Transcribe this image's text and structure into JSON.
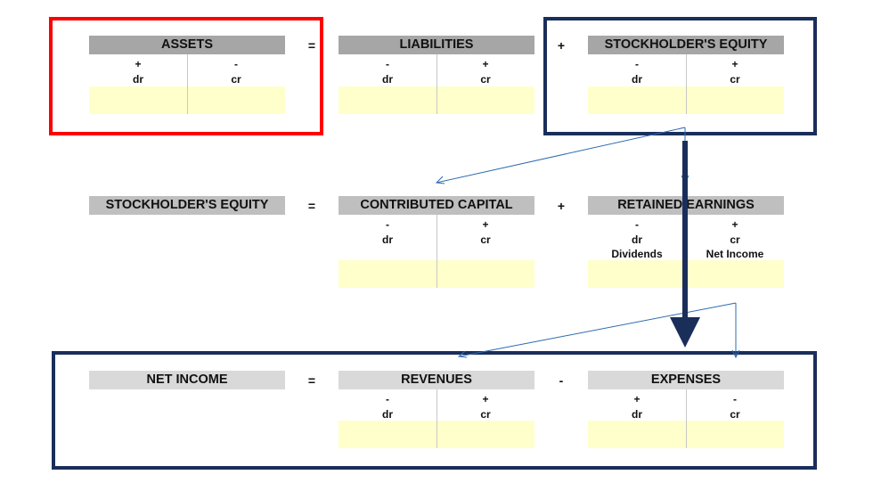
{
  "colors": {
    "red_box": "#ff0000",
    "navy": "#1a2e5a",
    "header_gray": "#a6a6a6",
    "yellow": "#ffffcc"
  },
  "row1": {
    "assets": {
      "title": "ASSETS",
      "left_sign": "+",
      "right_sign": "-",
      "left": "dr",
      "right": "cr"
    },
    "eq": "=",
    "liabilities": {
      "title": "LIABILITIES",
      "left_sign": "-",
      "right_sign": "+",
      "left": "dr",
      "right": "cr"
    },
    "plus": "+",
    "equity": {
      "title": "STOCKHOLDER'S EQUITY",
      "left_sign": "-",
      "right_sign": "+",
      "left": "dr",
      "right": "cr"
    }
  },
  "row2": {
    "equity": {
      "title": "STOCKHOLDER'S EQUITY"
    },
    "eq": "=",
    "contributed": {
      "title": "CONTRIBUTED CAPITAL",
      "left_sign": "-",
      "right_sign": "+",
      "left": "dr",
      "right": "cr"
    },
    "plus": "+",
    "retained": {
      "title": "RETAINED EARNINGS",
      "left_sign": "-",
      "right_sign": "+",
      "left": "dr",
      "right": "cr",
      "left_note": "Dividends",
      "right_note": "Net Income"
    }
  },
  "row3": {
    "net_income": {
      "title": "NET INCOME"
    },
    "eq": "=",
    "revenues": {
      "title": "REVENUES",
      "left_sign": "-",
      "right_sign": "+",
      "left": "dr",
      "right": "cr"
    },
    "minus": "-",
    "expenses": {
      "title": "EXPENSES",
      "left_sign": "+",
      "right_sign": "-",
      "left": "dr",
      "right": "cr"
    }
  }
}
